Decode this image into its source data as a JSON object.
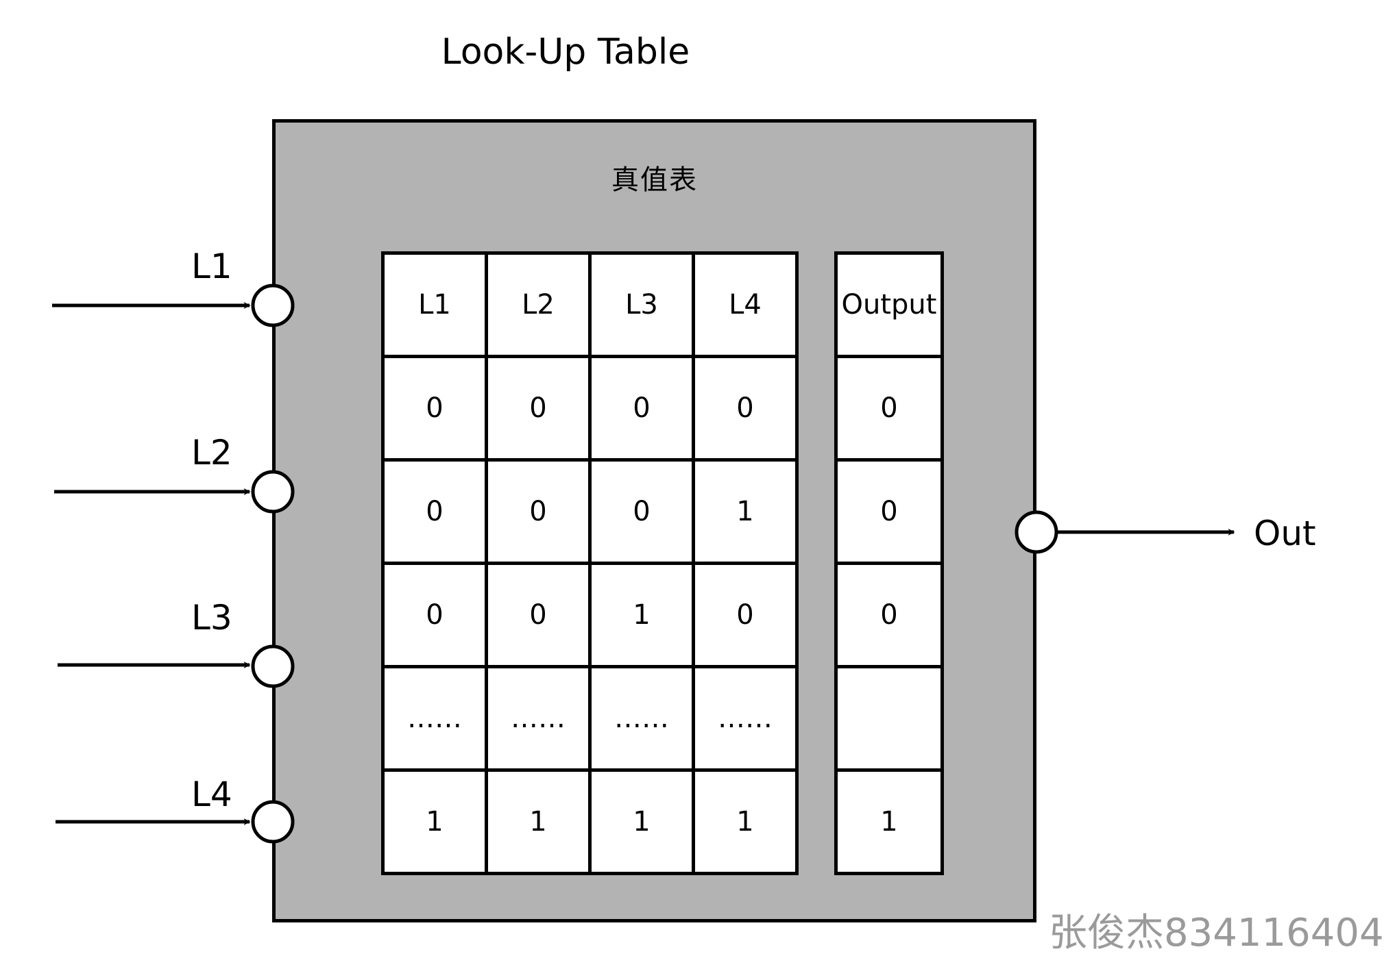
{
  "diagram": {
    "title": "Look-Up Table",
    "subtitle": "真值表"
  },
  "inputs": [
    {
      "label": "L1"
    },
    {
      "label": "L2"
    },
    {
      "label": "L3"
    },
    {
      "label": "L4"
    }
  ],
  "output": {
    "label": "Out"
  },
  "table": {
    "headers": [
      "L1",
      "L2",
      "L3",
      "L4"
    ],
    "output_header": "Output",
    "rows": [
      {
        "inputs": [
          "0",
          "0",
          "0",
          "0"
        ],
        "output": "0"
      },
      {
        "inputs": [
          "0",
          "0",
          "0",
          "1"
        ],
        "output": "0"
      },
      {
        "inputs": [
          "0",
          "0",
          "1",
          "0"
        ],
        "output": "0"
      },
      {
        "inputs": [
          "……",
          "……",
          "……",
          "……"
        ],
        "output": ""
      },
      {
        "inputs": [
          "1",
          "1",
          "1",
          "1"
        ],
        "output": "1"
      }
    ]
  },
  "watermark": "张俊杰834116404",
  "colors": {
    "box_fill": "#b3b3b3",
    "line": "#000000",
    "cell_fill": "#ffffff",
    "watermark": "#9a9a9a"
  }
}
